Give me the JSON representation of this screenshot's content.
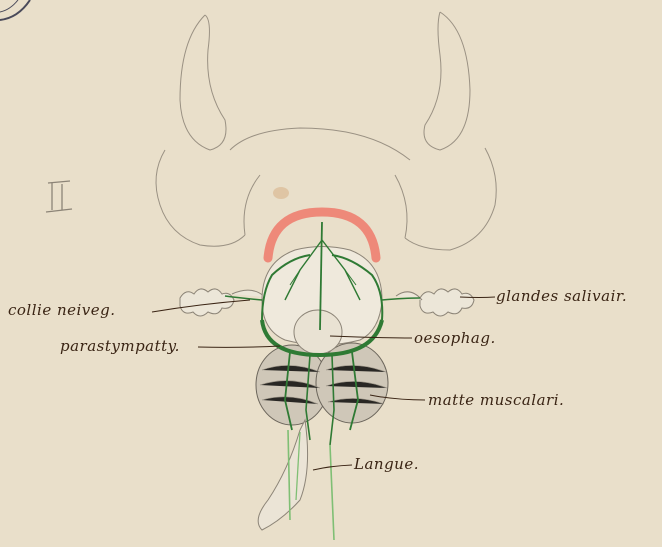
{
  "plate": {
    "mark": "II"
  },
  "labels": {
    "collier_nerveux": "collie neiveg.",
    "parasympathique": "parastympatty.",
    "glandes_salivaires": "glandes salivair.",
    "oesophage": "oesophag.",
    "masse_musculaire": "matte muscalari.",
    "langue": "Langue."
  },
  "colors": {
    "paper": "#ece3cf",
    "pencil": "#8c8477",
    "ink": "#3a2414",
    "nerve_green": "#2f7a34",
    "light_green": "#7fbf74",
    "red_arc": "#ef7a6b"
  }
}
